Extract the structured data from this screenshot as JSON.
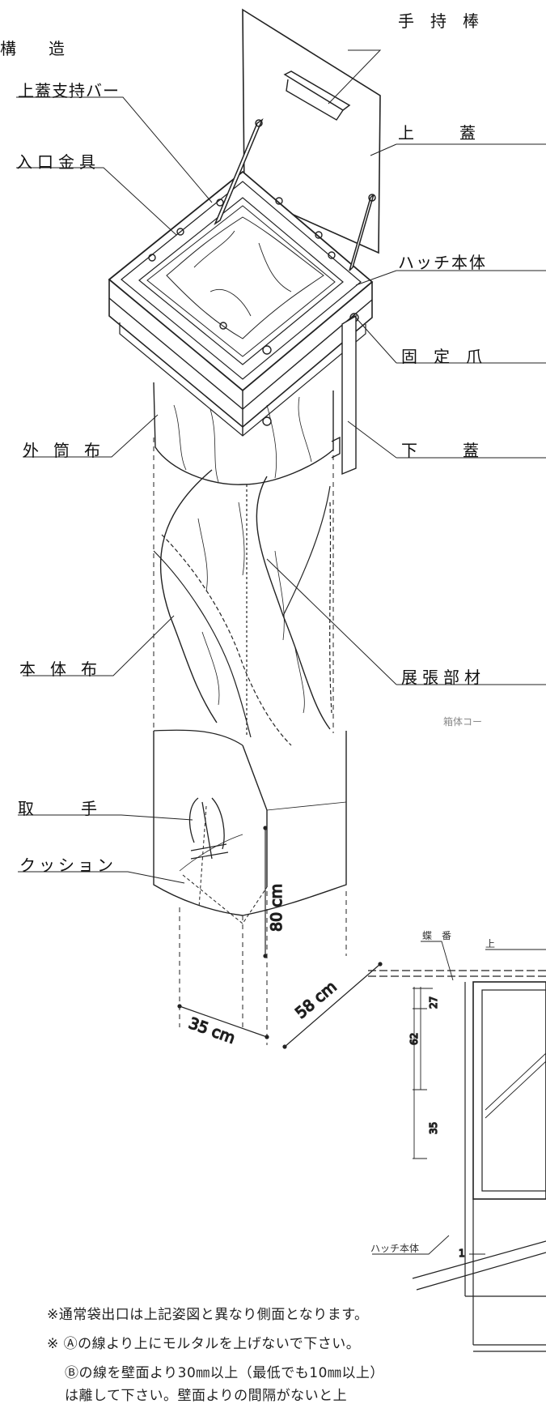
{
  "labels": {
    "structure": "構　造",
    "lid_support_bar": "上蓋支持バー",
    "entrance_fitting": "入口金具",
    "outer_cloth": "外筒布",
    "body_cloth": "本体布",
    "handle": "取　　手",
    "cushion": "クッション",
    "hand_bar": "手持棒",
    "upper_lid": "上　蓋",
    "hatch_body": "ハッチ本体",
    "fixing_claw": "固定爪",
    "lower_lid": "下　蓋",
    "expansion_member": "展張部材"
  },
  "dimensions": {
    "height": "80 cm",
    "width": "35 cm",
    "depth": "58 cm"
  },
  "section_drawing": {
    "box_corner": "箱体コー",
    "upper": "上",
    "hinge": "蝶　番",
    "hatch_body": "ハッチ本体",
    "dim_62": "62",
    "dim_27": "27",
    "dim_35": "35",
    "dim_1": "1"
  },
  "notes": [
    "※通常袋出口は上記姿図と異なり側面となります。",
    "※ Ⓐの線より上にモルタルを上げないで下さい。",
    "Ⓑの線を壁面より30㎜以上（最低でも10㎜以上）",
    "は離して下さい。壁面よりの間隔がないと上"
  ]
}
